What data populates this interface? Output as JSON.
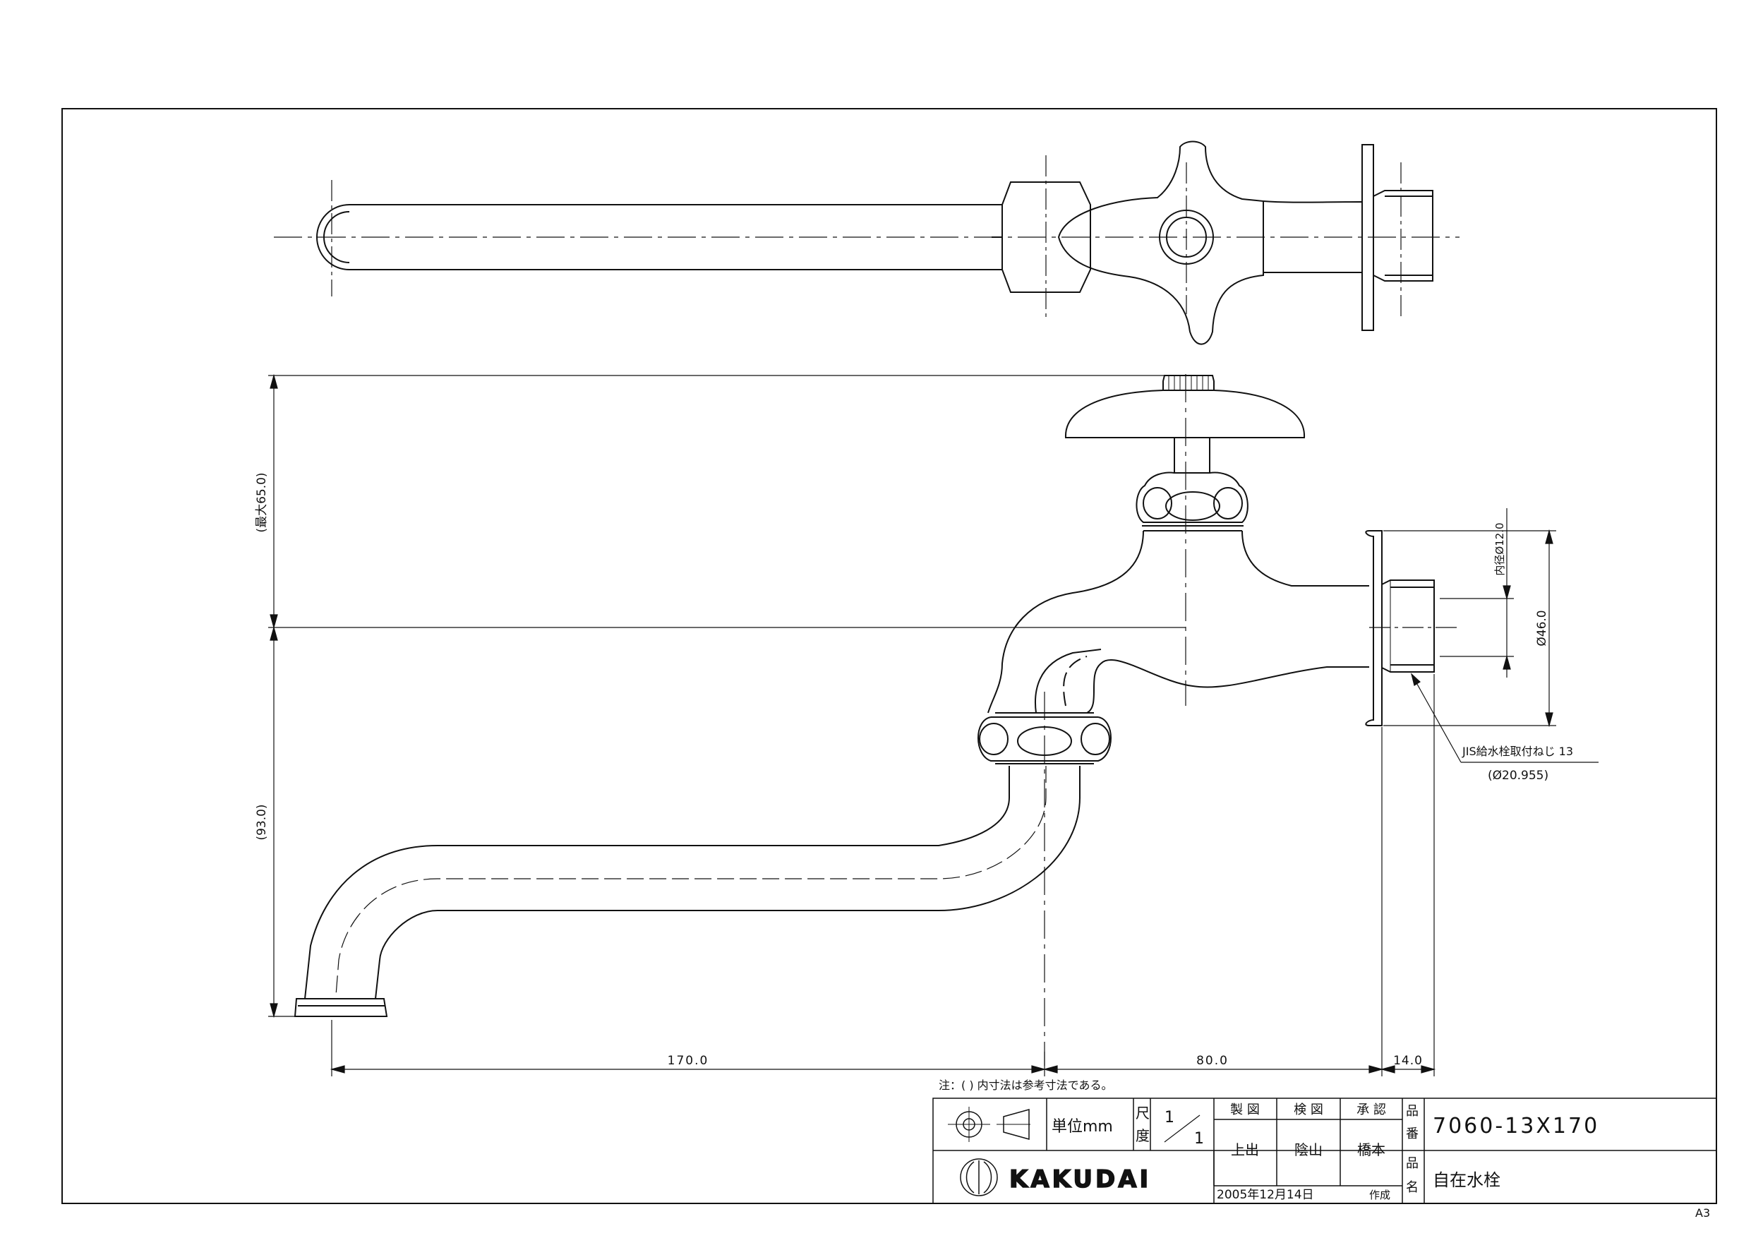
{
  "dimensions": {
    "max_height": "(最大65.0)",
    "height_lower": "(93.0)",
    "spout_length": "170.0",
    "body_length": "80.0",
    "thread_length": "14.0",
    "inner_diameter": "内径Ø12.0",
    "flange_diameter": "Ø46.0"
  },
  "callout": {
    "thread_label": "JIS給水栓取付ねじ 13",
    "thread_size": "(Ø20.955)"
  },
  "note": "注：( ) 内寸法は参考寸法である。",
  "title_block": {
    "unit": "単位mm",
    "scale_label_top": "尺",
    "scale_label_bottom": "度",
    "scale_num": "1",
    "scale_den": "1",
    "col_drawn": "製 図",
    "col_checked": "検 図",
    "col_approved": "承 認",
    "drawn_by": "上出",
    "checked_by": "陰山",
    "approved_by": "橋本",
    "part_no_label_top": "品",
    "part_no_label_bottom": "番",
    "part_no": "7060-13X170",
    "name_label_top": "品",
    "name_label_bottom": "名",
    "part_name": "自在水栓",
    "company": "KAKUDAI",
    "date": "2005年12月14日",
    "created": "作成"
  },
  "sheet_size": "A3"
}
